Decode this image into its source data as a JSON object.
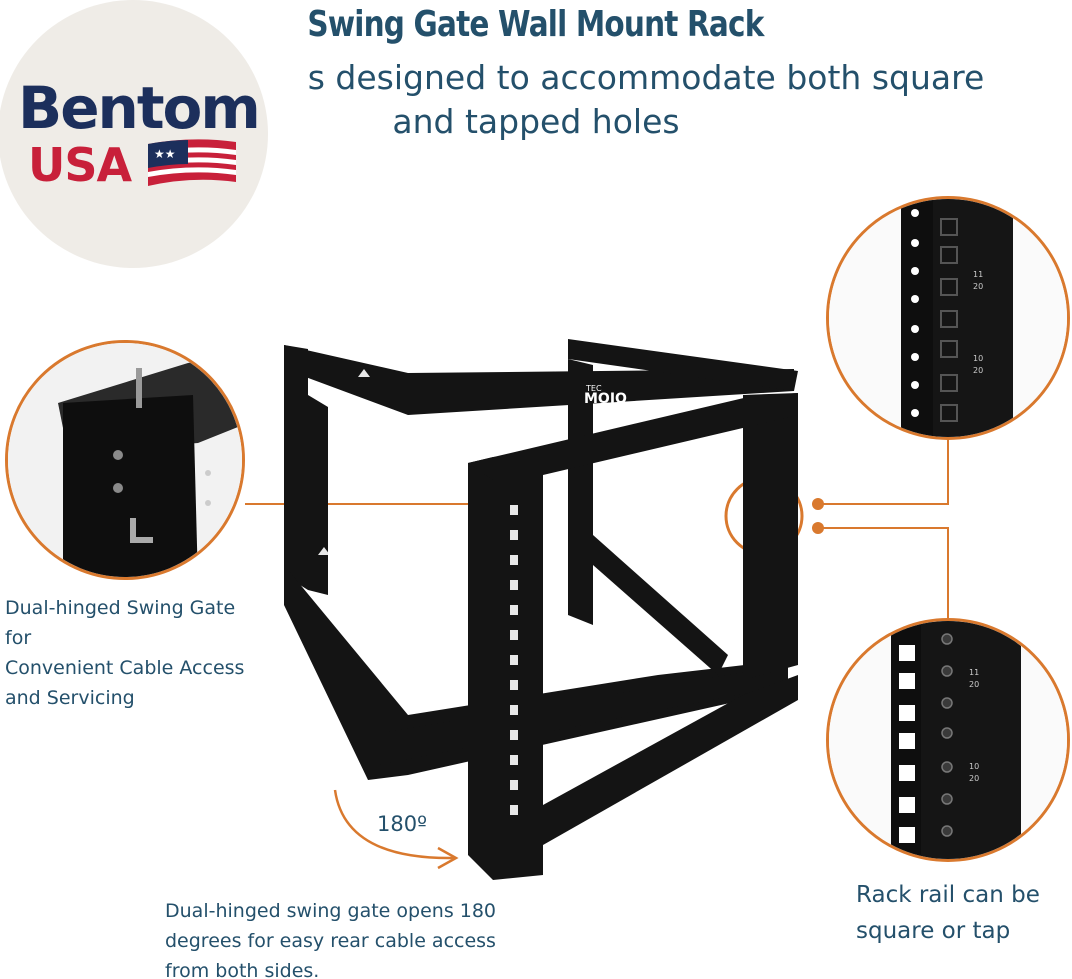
{
  "header": {
    "title": "Swing Gate Wall Mount Rack",
    "subtitle_line1": "s designed to accommodate both square",
    "subtitle_line2": "and tapped holes"
  },
  "logo": {
    "line1": "Bentom",
    "line2": "USA",
    "colors": {
      "navy": "#1c2f5c",
      "red": "#c8203a"
    }
  },
  "product": {
    "brand_mark_small": "TEC",
    "brand_mark": "MOJO"
  },
  "rail_labels": {
    "top_a": "11",
    "top_b": "20",
    "top_c": "10",
    "top_d": "20"
  },
  "captions": {
    "left_line1": "Dual-hinged Swing Gate for",
    "left_line2": "Convenient Cable Access",
    "left_line3": "and Servicing",
    "swing_angle": "180º",
    "bottom_line1": "Dual-hinged swing gate opens 180",
    "bottom_line2": "degrees for easy rear cable access",
    "bottom_line3": "from both sides.",
    "right_line1": "Rack rail can be",
    "right_line2": "square or tap"
  },
  "colors": {
    "accent": "#d9792e",
    "text": "#24506b",
    "metal": "#141414"
  }
}
